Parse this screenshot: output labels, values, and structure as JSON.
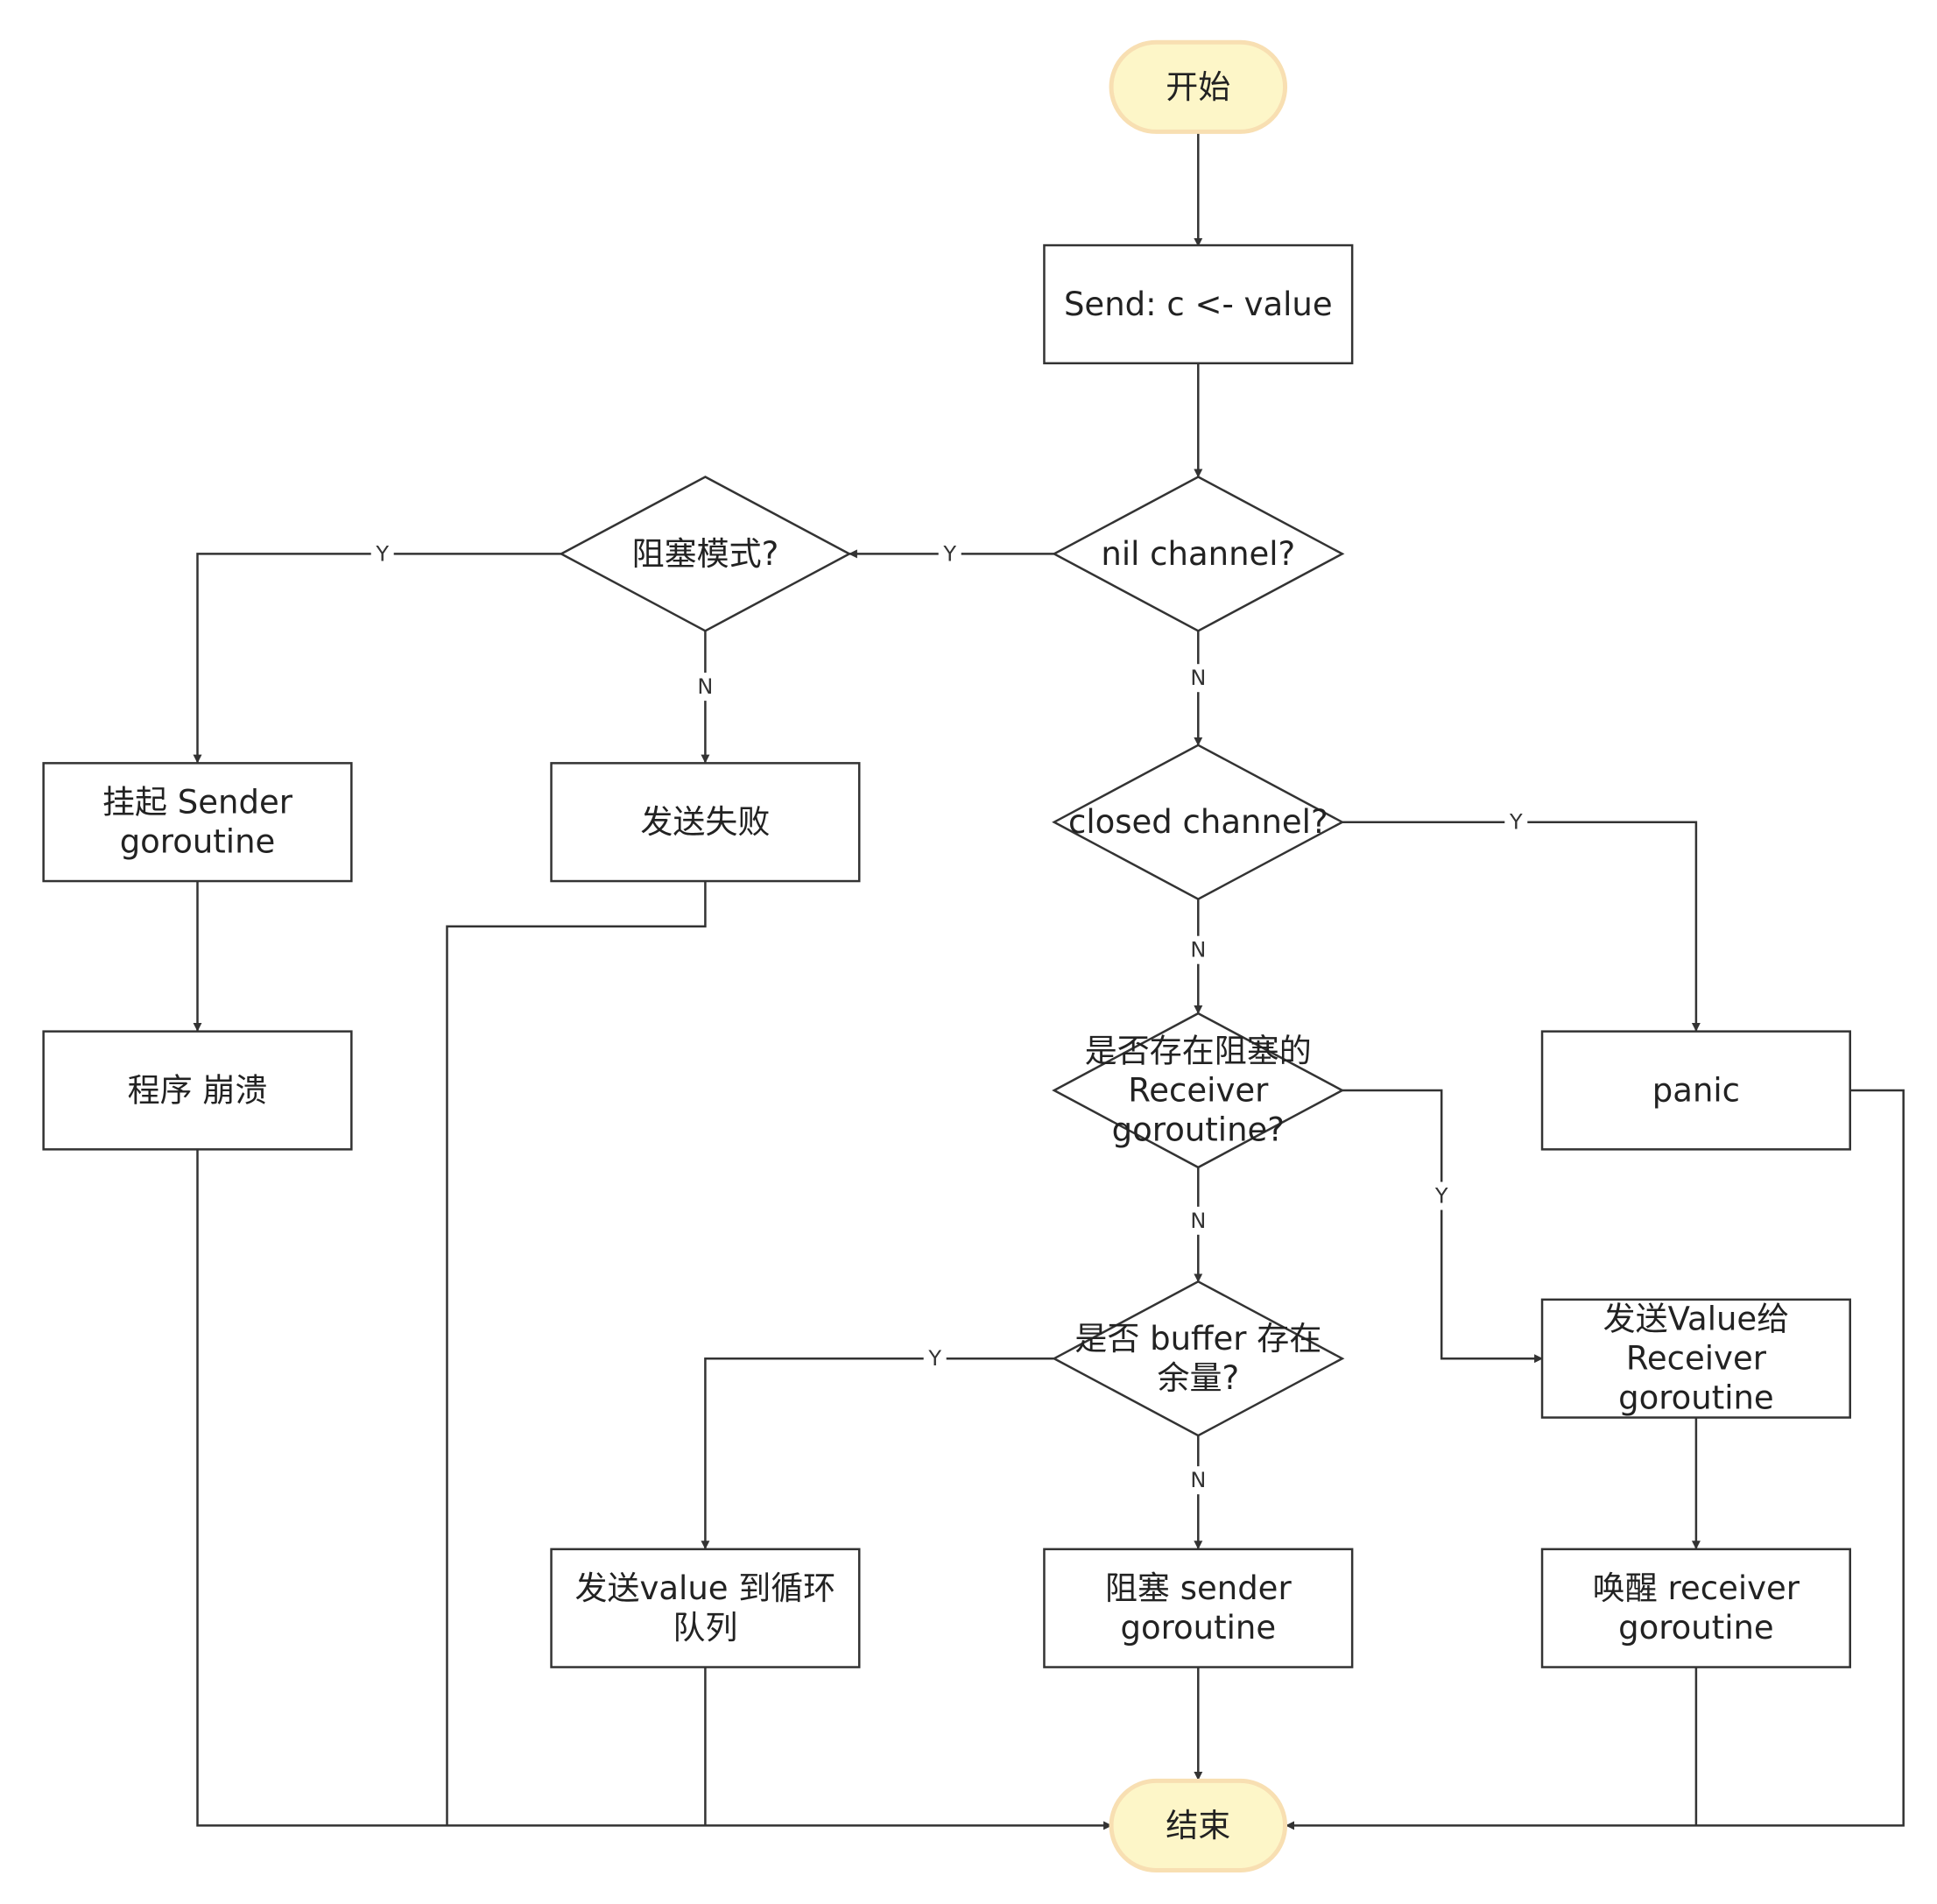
{
  "nodes": {
    "start": [
      "开始"
    ],
    "send": [
      "Send: c <- value"
    ],
    "nil_channel": [
      "nil channel?"
    ],
    "block_mode": [
      "阻塞模式?"
    ],
    "suspend_sender": [
      "挂起 Sender",
      "goroutine"
    ],
    "send_fail": [
      "发送失败"
    ],
    "closed_channel": [
      "closed channel?"
    ],
    "program_crash": [
      "程序 崩溃"
    ],
    "has_receiver": [
      "是否存在阻塞的",
      "Receiver",
      "goroutine?"
    ],
    "panic": [
      "panic"
    ],
    "buffer_space": [
      "是否 buffer 存在",
      "余量?"
    ],
    "send_to_receiver": [
      "发送Value给",
      "Receiver",
      "goroutine"
    ],
    "send_to_queue": [
      "发送value 到循环",
      "队列"
    ],
    "block_sender": [
      "阻塞 sender",
      "goroutine"
    ],
    "wake_receiver": [
      "唤醒 receiver",
      "goroutine"
    ],
    "end": [
      "结束"
    ]
  },
  "edge_labels": {
    "yes": "Y",
    "no": "N"
  }
}
